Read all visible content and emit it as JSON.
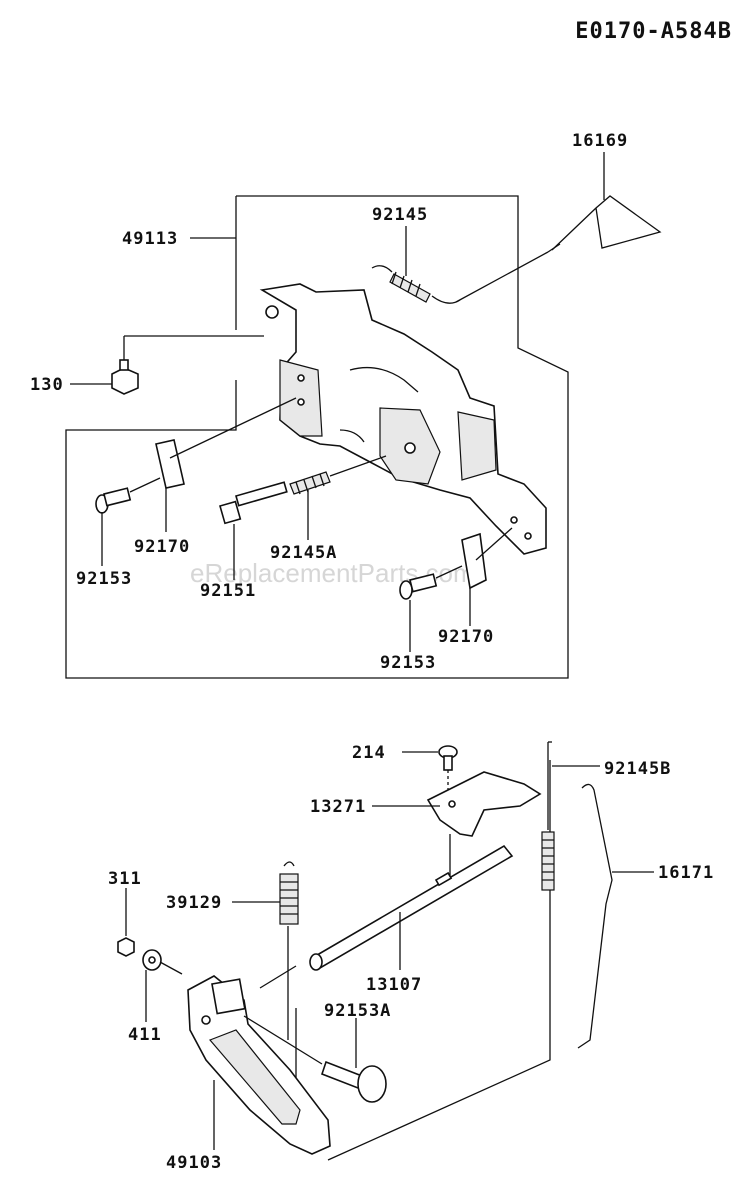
{
  "diagram_code": "E0170-A584B",
  "watermark": "eReplacementParts.com",
  "upper_group": {
    "labels": {
      "p16169": "16169",
      "p49113": "49113",
      "p92145": "92145",
      "p130": "130",
      "p92170_left": "92170",
      "p92153_left": "92153",
      "p92145A": "92145A",
      "p92151": "92151",
      "p92170_right": "92170",
      "p92153_right": "92153"
    }
  },
  "lower_group": {
    "labels": {
      "p214": "214",
      "p92145B": "92145B",
      "p13271": "13271",
      "p16171": "16171",
      "p311": "311",
      "p39129": "39129",
      "p13107": "13107",
      "p411": "411",
      "p92153A": "92153A",
      "p49103": "49103"
    }
  }
}
